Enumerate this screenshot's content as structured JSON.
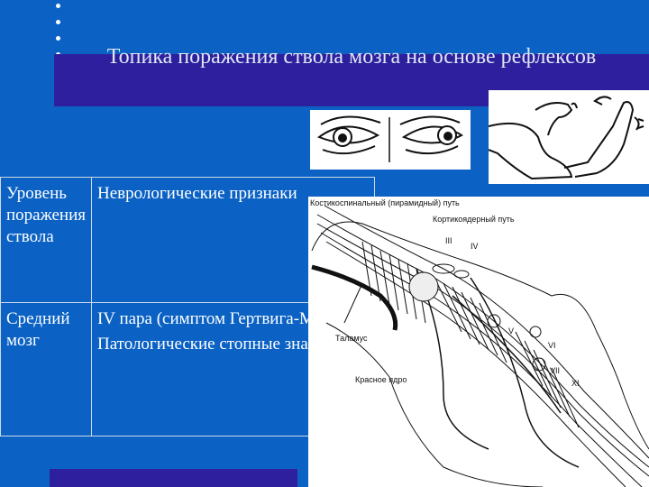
{
  "title": "Топика поражения ствола мозга на основе рефлексов",
  "table": {
    "header": [
      "Уровень поражения ствола",
      "Неврологические признаки"
    ],
    "rows": [
      {
        "level": "Средний мозг",
        "signs": [
          "IV пара (симптом Гертвига-Мажанди",
          "Патологические стопные знаки."
        ]
      }
    ]
  },
  "diagram": {
    "labels": {
      "corticospinal": "Костикоспинальный (пирамидный) путь",
      "corticonuclear": "Кортикоядерный путь",
      "thalamus": "Таламус",
      "red_nucleus": "Красное ядро",
      "n3": "III",
      "n4": "IV",
      "n5": "V",
      "n6": "VI",
      "n7": "VII",
      "n11": "XI"
    }
  }
}
